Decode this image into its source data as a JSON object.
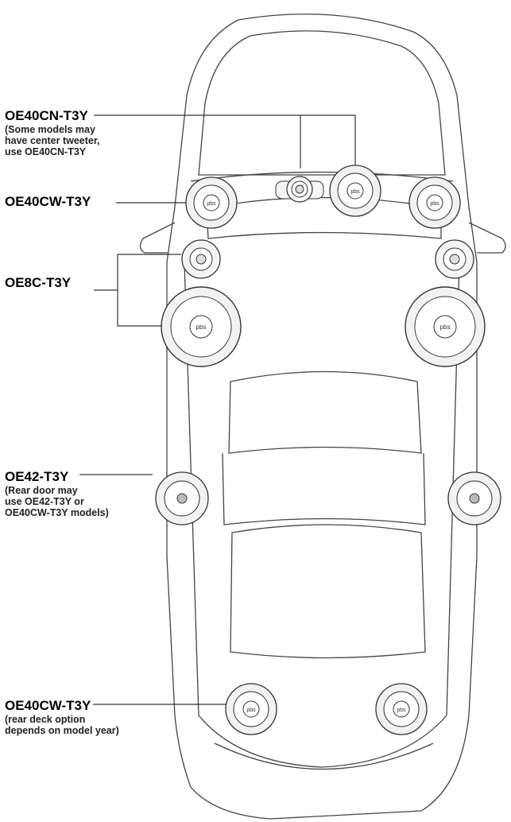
{
  "callouts": {
    "center": {
      "model": "OE40CN-T3Y",
      "note": [
        "(Some models may",
        "have center tweeter,",
        "use OE40CN-T3Y"
      ]
    },
    "front_dash": {
      "model": "OE40CW-T3Y"
    },
    "component": {
      "model": "OE8C-T3Y"
    },
    "rear_door": {
      "model": "OE42-T3Y",
      "note": [
        "(Rear door may",
        "use OE42-T3Y or",
        "OE40CW-T3Y models)"
      ]
    },
    "rear_deck": {
      "model": "OE40CW-T3Y",
      "note": [
        "(rear deck option",
        "depends on model year)"
      ]
    }
  },
  "speaker_badge": "pbs",
  "colors": {
    "line": "#333333",
    "speaker_fill": "#f2f2f2",
    "text": "#000000"
  }
}
